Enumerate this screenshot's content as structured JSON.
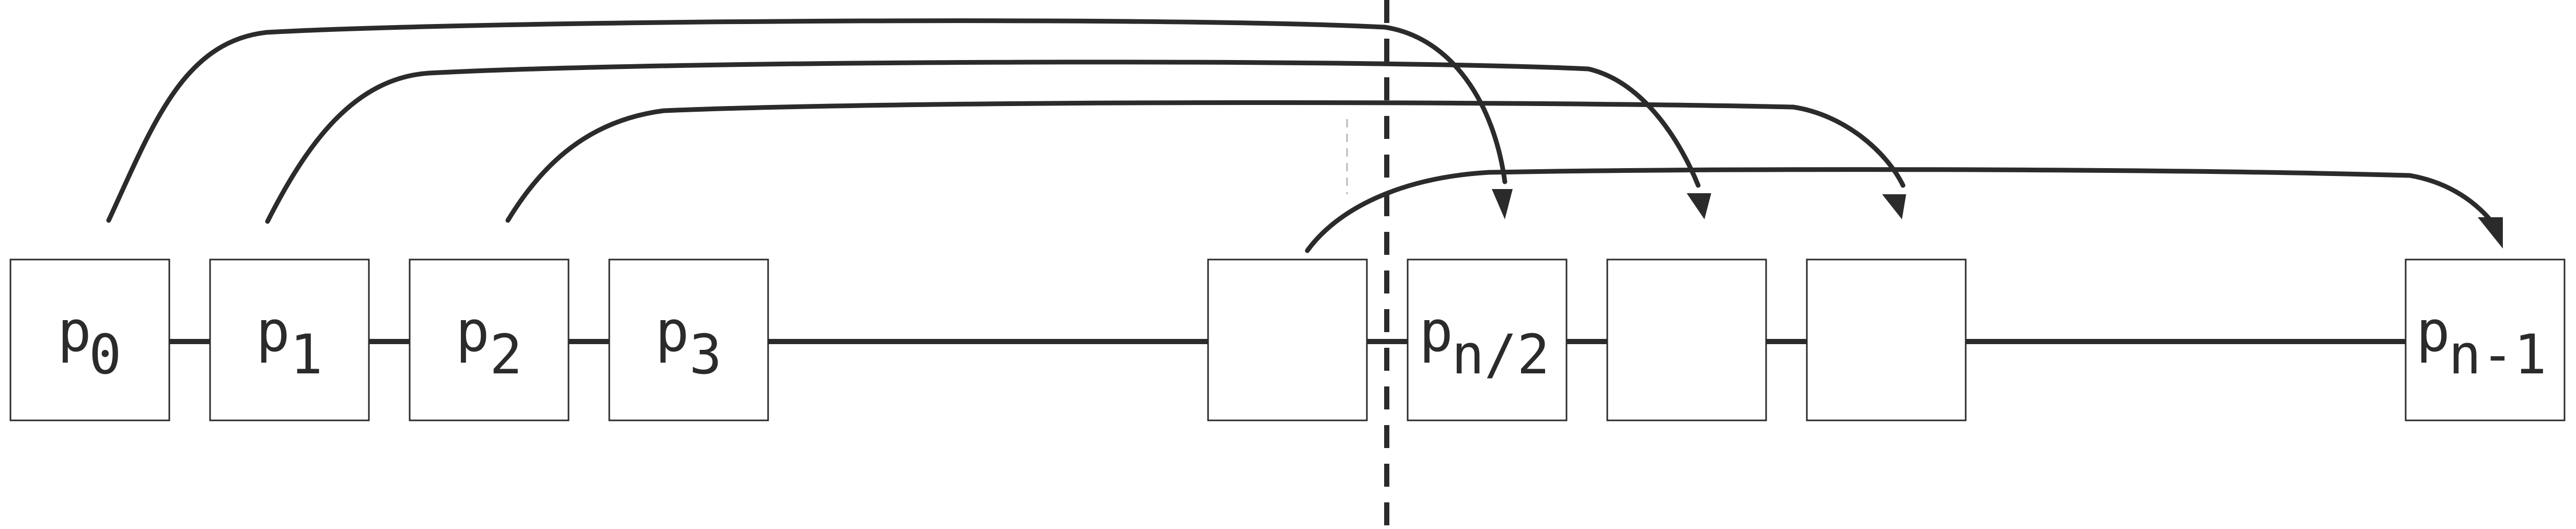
{
  "diagram": {
    "colors": {
      "stroke": "#2b2b2b",
      "background": "#ffffff",
      "faint_guide": "#b9b9b9"
    },
    "nodes": [
      {
        "id": "p0",
        "main": "p",
        "sub": "0"
      },
      {
        "id": "p1",
        "main": "p",
        "sub": "1"
      },
      {
        "id": "p2",
        "main": "p",
        "sub": "2"
      },
      {
        "id": "p3",
        "main": "p",
        "sub": "3"
      },
      {
        "id": "mid-left",
        "main": "",
        "sub": ""
      },
      {
        "id": "pn2",
        "main": "p",
        "sub": "n/2"
      },
      {
        "id": "after-1",
        "main": "",
        "sub": ""
      },
      {
        "id": "after-2",
        "main": "",
        "sub": ""
      },
      {
        "id": "pn1",
        "main": "p",
        "sub": "n-1"
      }
    ],
    "edges": [
      {
        "from": "p0",
        "to": "pn2"
      },
      {
        "from": "p1",
        "to": "after-1"
      },
      {
        "from": "p2",
        "to": "after-2"
      },
      {
        "from": "mid-left",
        "to": "pn1"
      }
    ]
  }
}
